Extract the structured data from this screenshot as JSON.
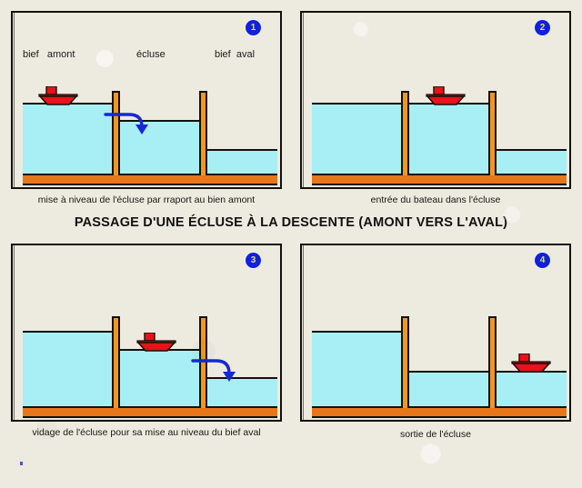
{
  "title": "PASSAGE D'UNE  ÉCLUSE À  LA DESCENTE   (AMONT VERS L'AVAL)",
  "palette": {
    "paper": "#edeae0",
    "water": "#a8eff5",
    "ground": "#e8761a",
    "gate": "#f2961f",
    "boat": "#e8121a",
    "ink": "#14110c",
    "badge_fill": "#1020e0",
    "badge_text": "#e8e83a",
    "arrow": "#1628d8"
  },
  "panels": [
    {
      "number": "1",
      "caption": "mise à niveau de l'écluse par rraport au bien amont",
      "labels": [
        {
          "name": "bief-amont",
          "text": "bief   amont"
        },
        {
          "name": "ecluse",
          "text": "écluse"
        },
        {
          "name": "bief-aval",
          "text": "bief  aval"
        }
      ],
      "state": {
        "upstream_level": "high",
        "lock_level": "medium",
        "downstream_level": "low",
        "boat_position": "upstream",
        "flow_arrow": "upstream-to-lock"
      }
    },
    {
      "number": "2",
      "caption": "entrée du bateau dans l'écluse",
      "labels": [],
      "state": {
        "upstream_level": "high",
        "lock_level": "high",
        "downstream_level": "low",
        "boat_position": "lock",
        "flow_arrow": "none"
      }
    },
    {
      "number": "3",
      "caption": "vidage de l'écluse pour sa mise au niveau du bief aval",
      "labels": [],
      "state": {
        "upstream_level": "high",
        "lock_level": "medium",
        "downstream_level": "low",
        "boat_position": "lock",
        "flow_arrow": "lock-to-downstream"
      }
    },
    {
      "number": "4",
      "caption": "sortie de l'écluse",
      "labels": [],
      "state": {
        "upstream_level": "high",
        "lock_level": "low",
        "downstream_level": "low",
        "boat_position": "downstream",
        "flow_arrow": "none"
      }
    }
  ]
}
